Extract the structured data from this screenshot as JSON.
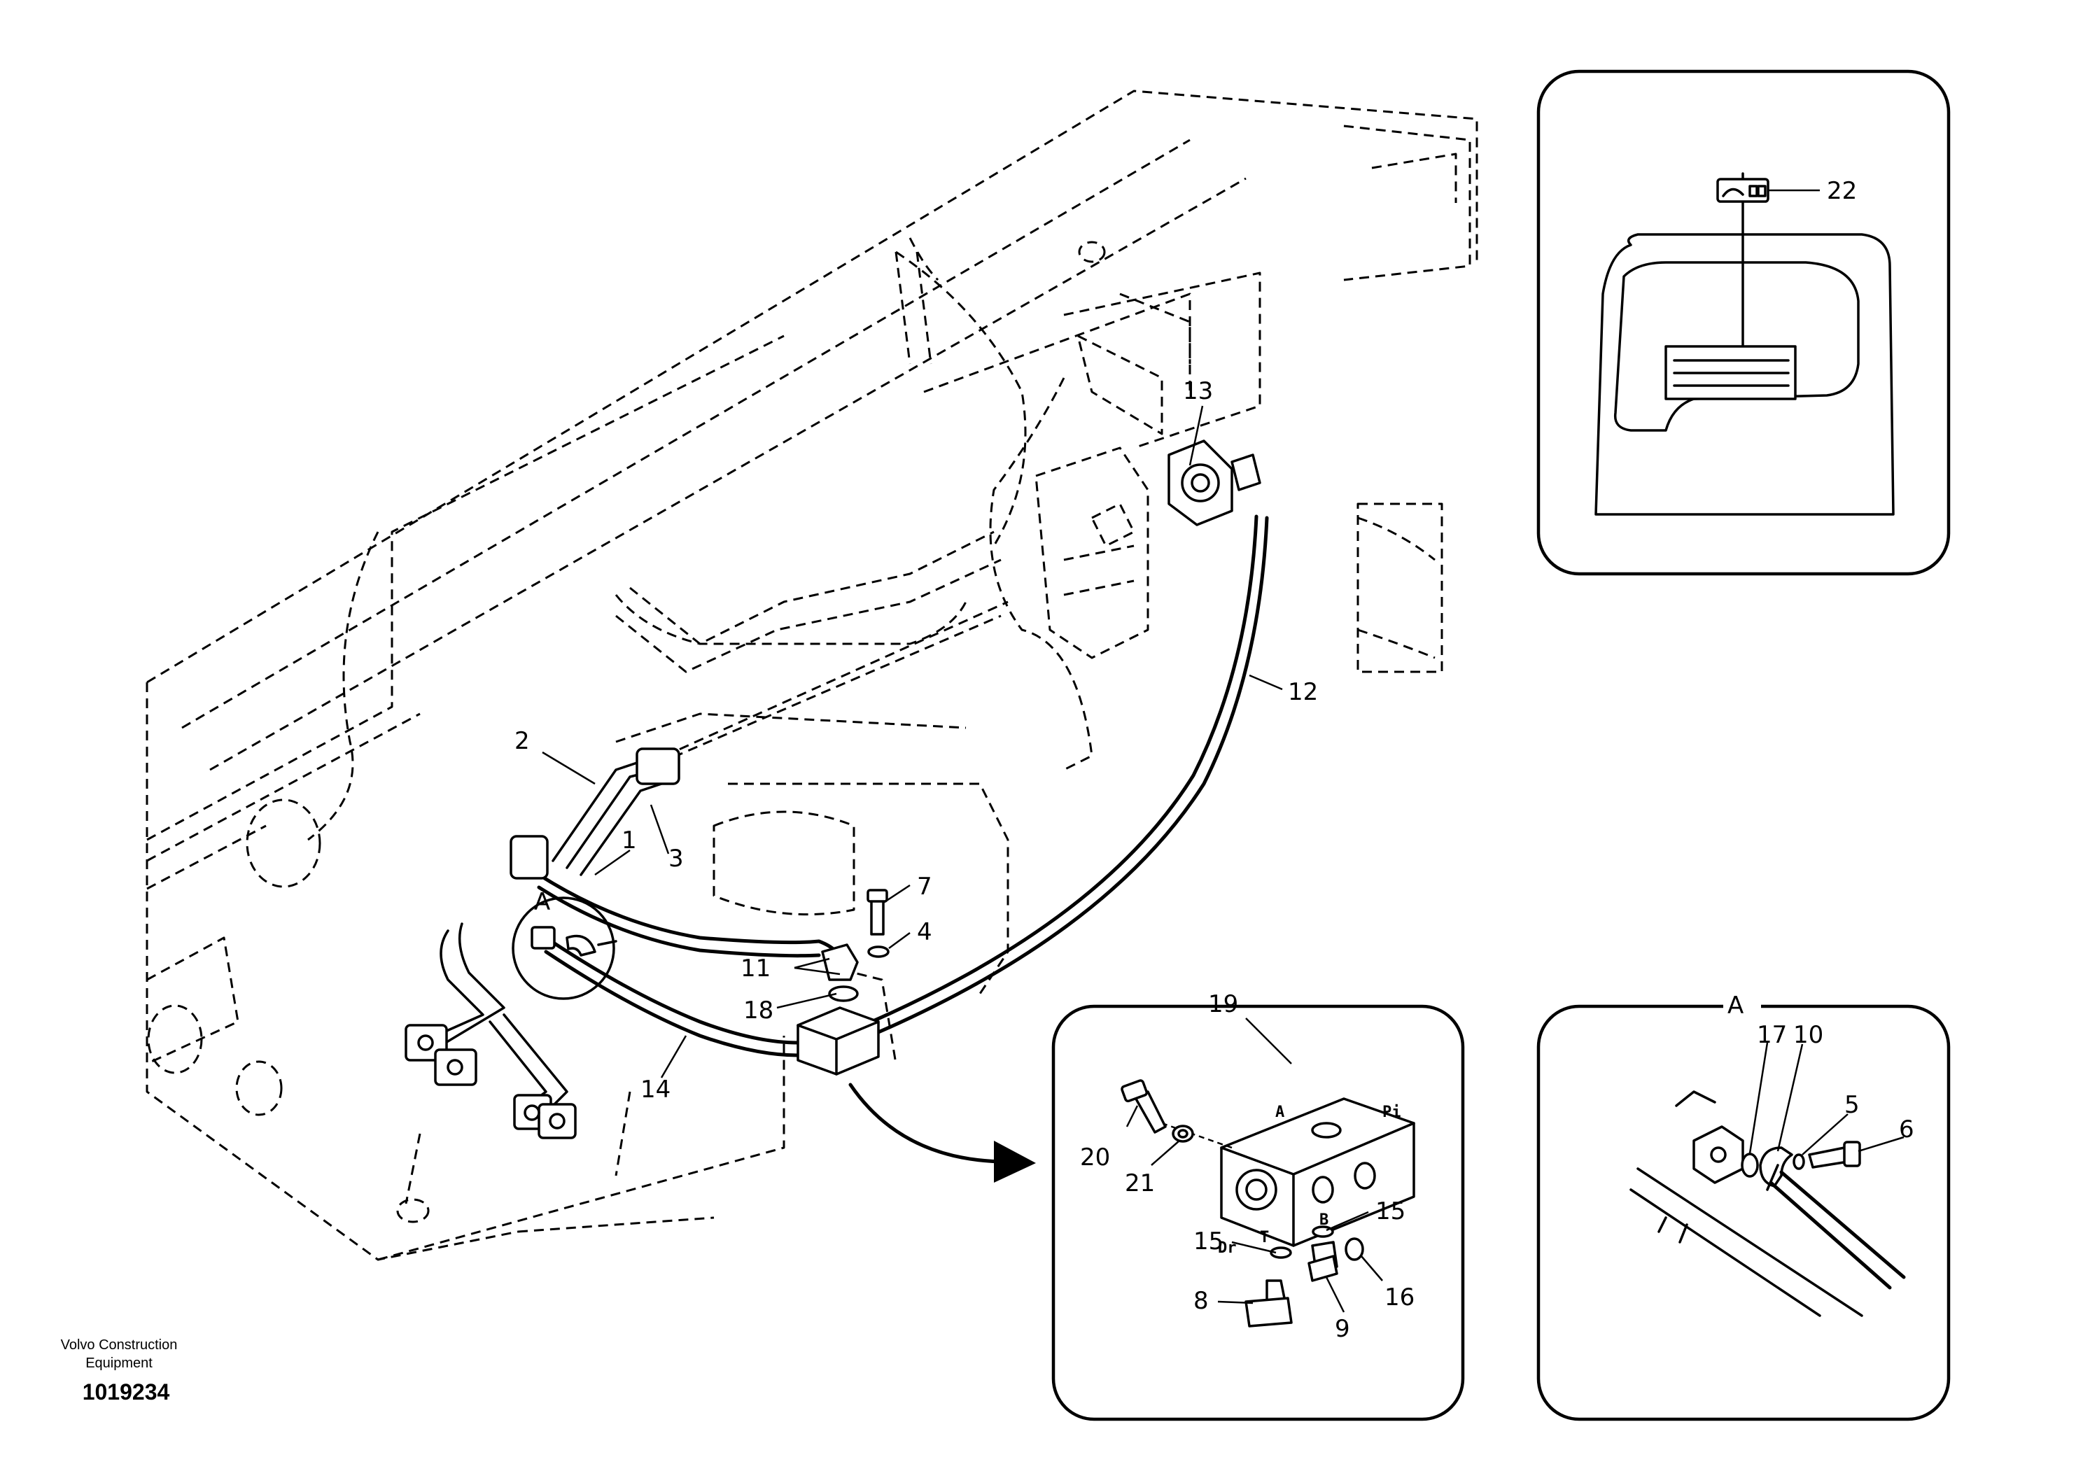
{
  "footer": {
    "company_line1": "Volvo Construction",
    "company_line2": "Equipment",
    "drawing_number": "1019234"
  },
  "view_labels": {
    "detail_a_marker": "A",
    "detail_a_title": "A"
  },
  "ports": {
    "a": "A",
    "pi": "Pi",
    "dr": "Dr",
    "t": "T",
    "b": "B"
  },
  "callouts": {
    "main": [
      "1",
      "2",
      "3",
      "4",
      "7",
      "11",
      "12",
      "13",
      "14",
      "18"
    ],
    "decal_panel": [
      "22"
    ],
    "valve_panel": [
      "19",
      "20",
      "21",
      "15",
      "15",
      "8",
      "9",
      "16"
    ],
    "detail_a_panel": [
      "17",
      "10",
      "5",
      "6"
    ]
  }
}
